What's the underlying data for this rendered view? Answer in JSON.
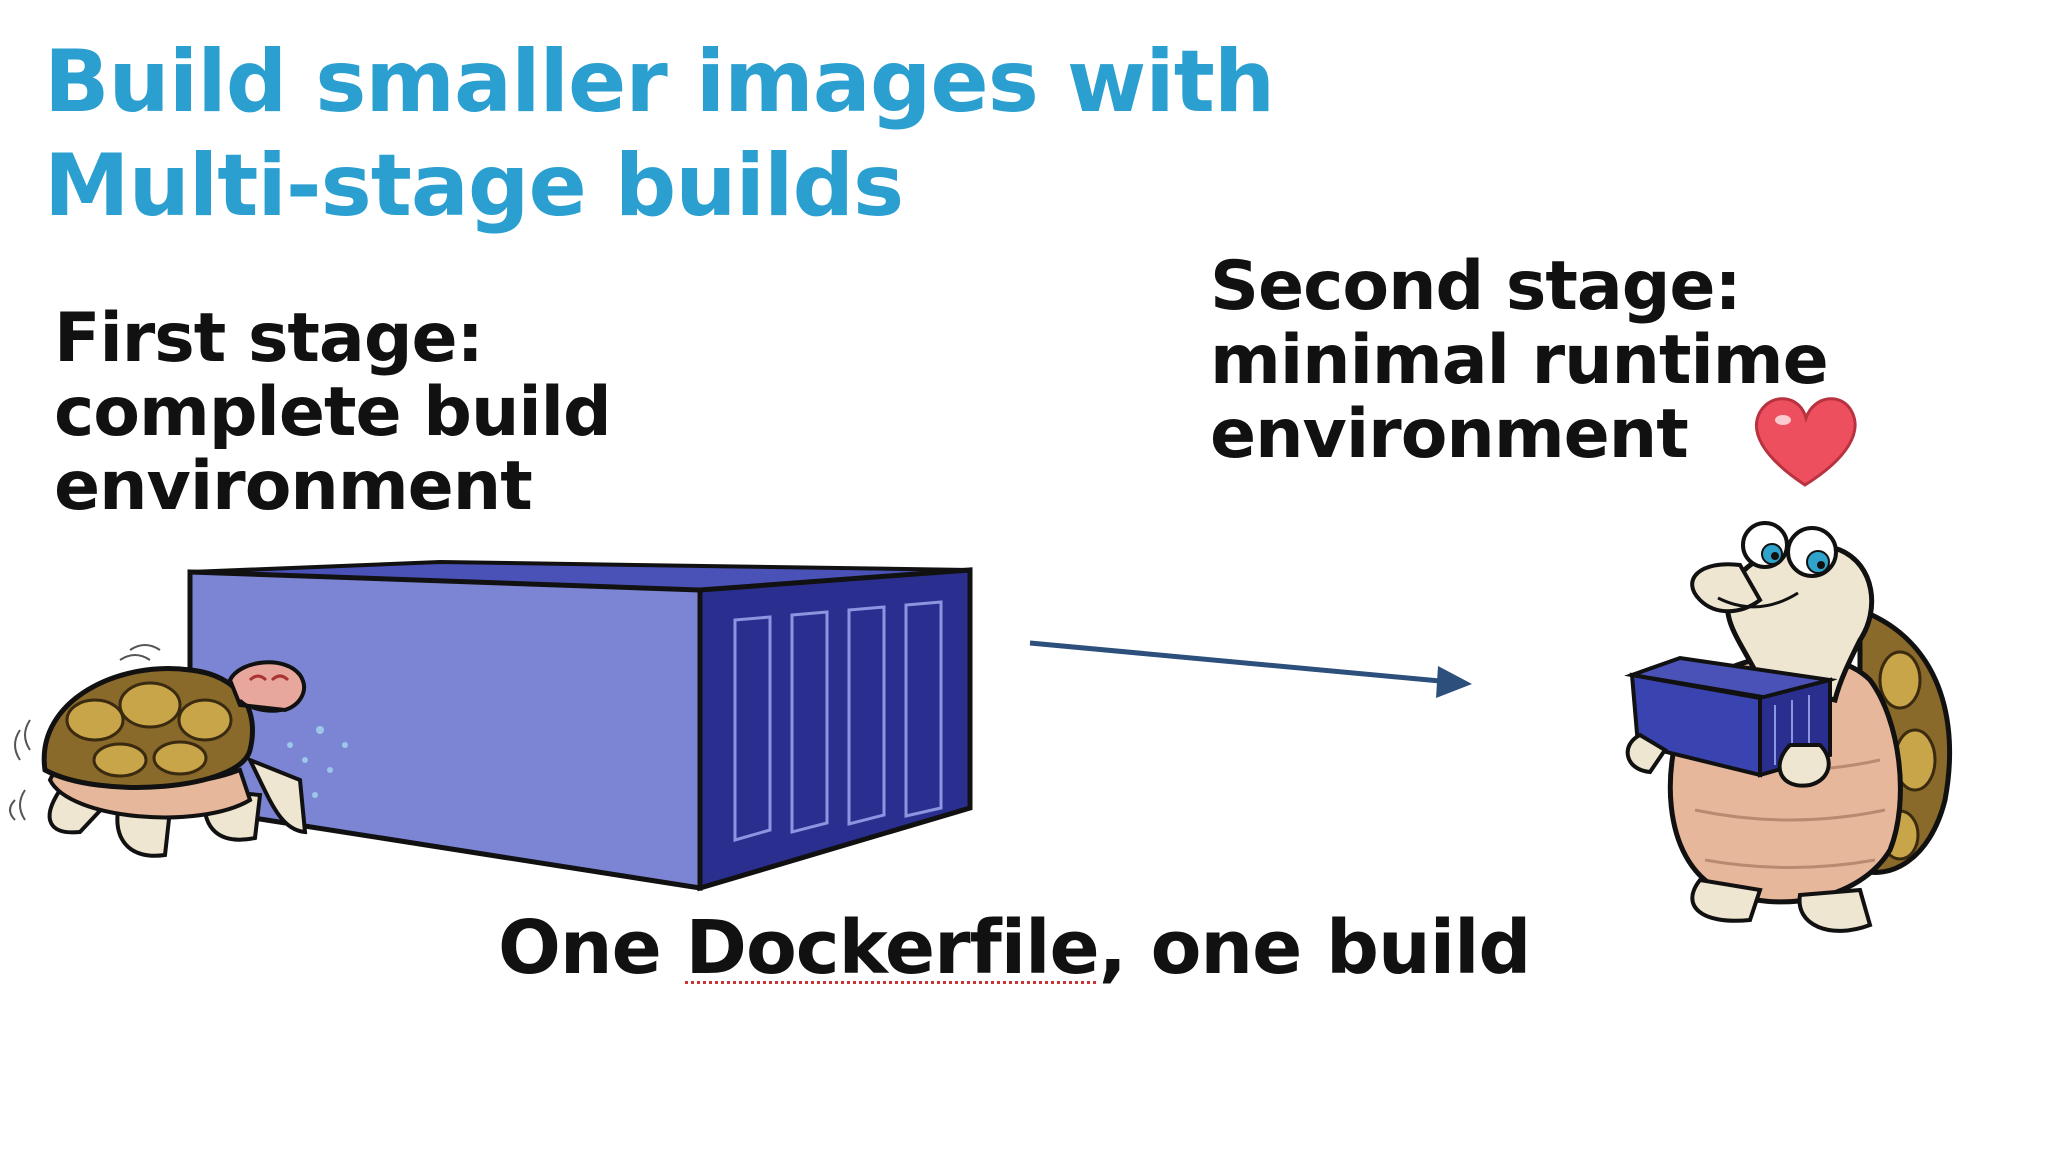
{
  "slide": {
    "title_lines": [
      "Build smaller images with",
      "Multi-stage builds"
    ],
    "first_stage_lines": [
      "First stage:",
      "complete build",
      "environment"
    ],
    "second_stage_lines": [
      "Second stage:",
      "minimal runtime",
      "environment"
    ],
    "caption": {
      "part1": "One ",
      "part2": "Dockerfile",
      "part3": ", one build"
    }
  },
  "illustrations": {
    "big_container": "shipping-container-large",
    "small_container": "shipping-container-small",
    "pushing_turtle": "turtle-pushing-container",
    "happy_turtle": "turtle-holding-container",
    "heart": "heart-icon",
    "arrow": "arrow-right"
  },
  "colors": {
    "title": "#2a9fd0",
    "text": "#111111",
    "container_face": "#7b85d4",
    "container_side": "#2a2f8f",
    "container_top": "#4a52b8",
    "arrow": "#2c4f7c",
    "heart": "#ee4f5f",
    "turtle_skin": "#efe6d2",
    "turtle_shell": "#8a6a2a"
  }
}
